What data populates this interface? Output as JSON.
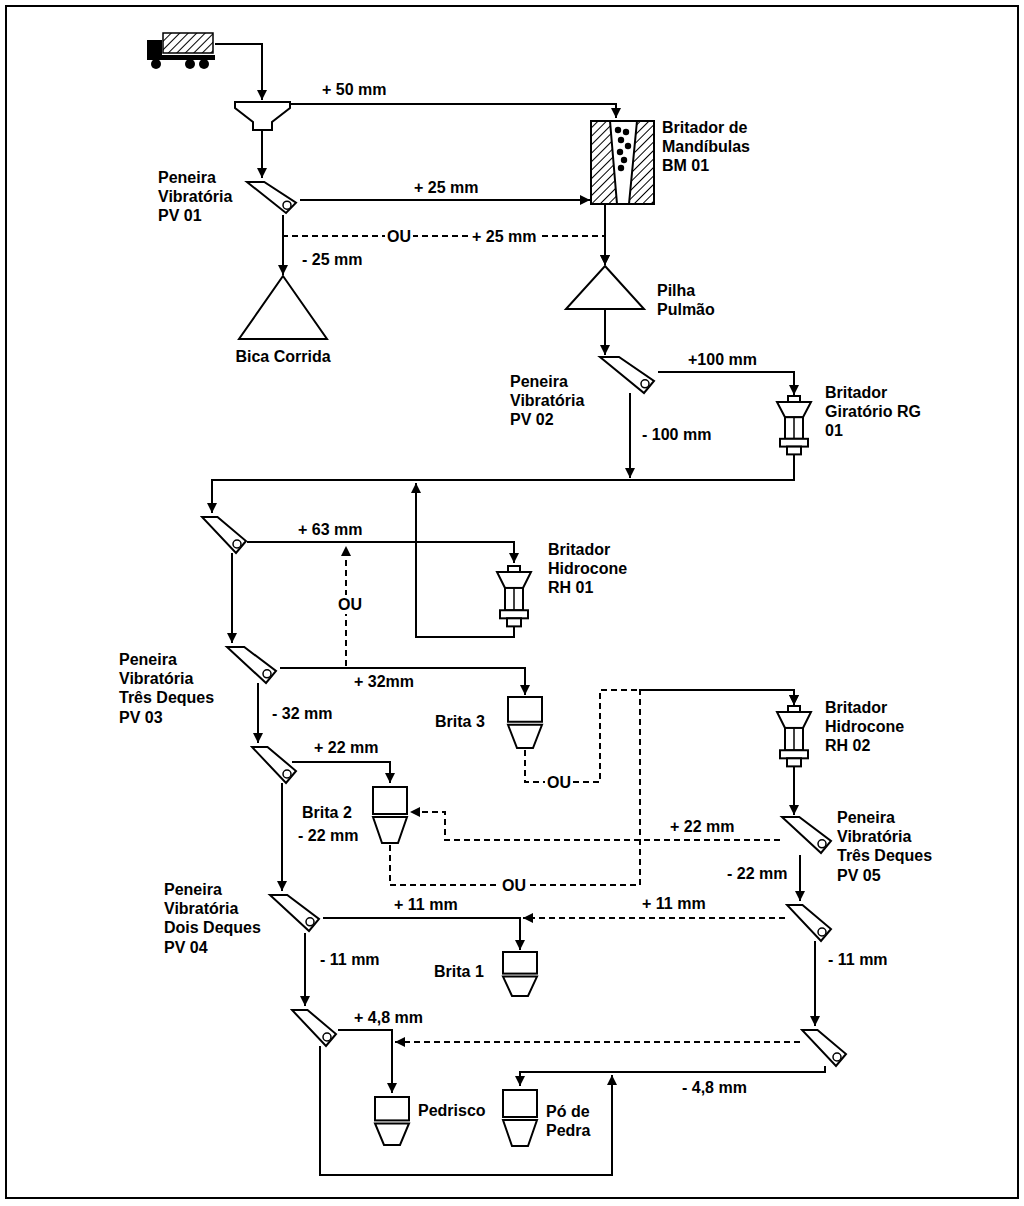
{
  "diagram": {
    "nodes": [
      {
        "text": [
          "Britador de Mandíbulas BM 01"
        ]
      },
      {
        "text": [
          "Peneira Vibratória PV 01"
        ]
      },
      {
        "text": [
          "Pilha Pulmão"
        ]
      },
      {
        "text": [
          "Bica Corrida"
        ]
      },
      {
        "text": [
          "Peneira Vibratória PV 02"
        ]
      },
      {
        "text": [
          "Britador Giratório RG 01"
        ]
      },
      {
        "text": [
          "Britador Hidrocone RH 01"
        ]
      },
      {
        "text": [
          "Peneira Vibratória Três Deques PV 03"
        ]
      },
      {
        "text": [
          "Brita 3"
        ]
      },
      {
        "text": [
          "Britador Hidrocone RH 02"
        ]
      },
      {
        "text": [
          "Brita 2"
        ]
      },
      {
        "text": [
          "Peneira Vibratória Três Deques PV 05"
        ]
      },
      {
        "text": [
          "Peneira Vibratória Dois Deques PV 04"
        ]
      },
      {
        "text": [
          "Brita 1"
        ]
      },
      {
        "text": [
          "Pedrisco"
        ]
      },
      {
        "text": [
          "Pó de Pedra"
        ]
      }
    ],
    "edges": [
      {
        "from": 1,
        "to": 0,
        "arrow": "to",
        "label": "+ 25 mm"
      },
      {
        "from": 1,
        "to": 2,
        "arrow": "to",
        "label": "+ 25 mm"
      },
      {
        "from": 1,
        "to": 3,
        "arrow": "to",
        "label": "- 25 mm"
      },
      {
        "from": 0,
        "to": 2,
        "arrow": "to"
      },
      {
        "from": 2,
        "to": 4,
        "arrow": "to"
      },
      {
        "from": 4,
        "to": 5,
        "arrow": "to",
        "label": "+100 mm"
      },
      {
        "from": 7,
        "to": 8,
        "arrow": "to",
        "label": "+ 32mm"
      },
      {
        "from": 8,
        "to": 9,
        "arrow": "to",
        "label": "OU"
      },
      {
        "from": 10,
        "to": 9,
        "arrow": "to",
        "label": "OU"
      },
      {
        "from": 9,
        "to": 11,
        "arrow": "to"
      },
      {
        "from": 11,
        "to": 10,
        "arrow": "to",
        "label": "+ 22 mm"
      },
      {
        "from": 12,
        "to": 13,
        "arrow": "to",
        "label": "+ 11 mm"
      }
    ],
    "labels": [
      "+ 50 mm",
      "OU",
      "- 100 mm",
      "+ 63 mm",
      "OU",
      "- 32 mm",
      "+ 22 mm",
      "- 22 mm",
      "- 22 mm",
      "+ 11 mm",
      "- 11 mm",
      "- 11 mm",
      "+ 4,8 mm",
      "- 4,8 mm"
    ]
  }
}
